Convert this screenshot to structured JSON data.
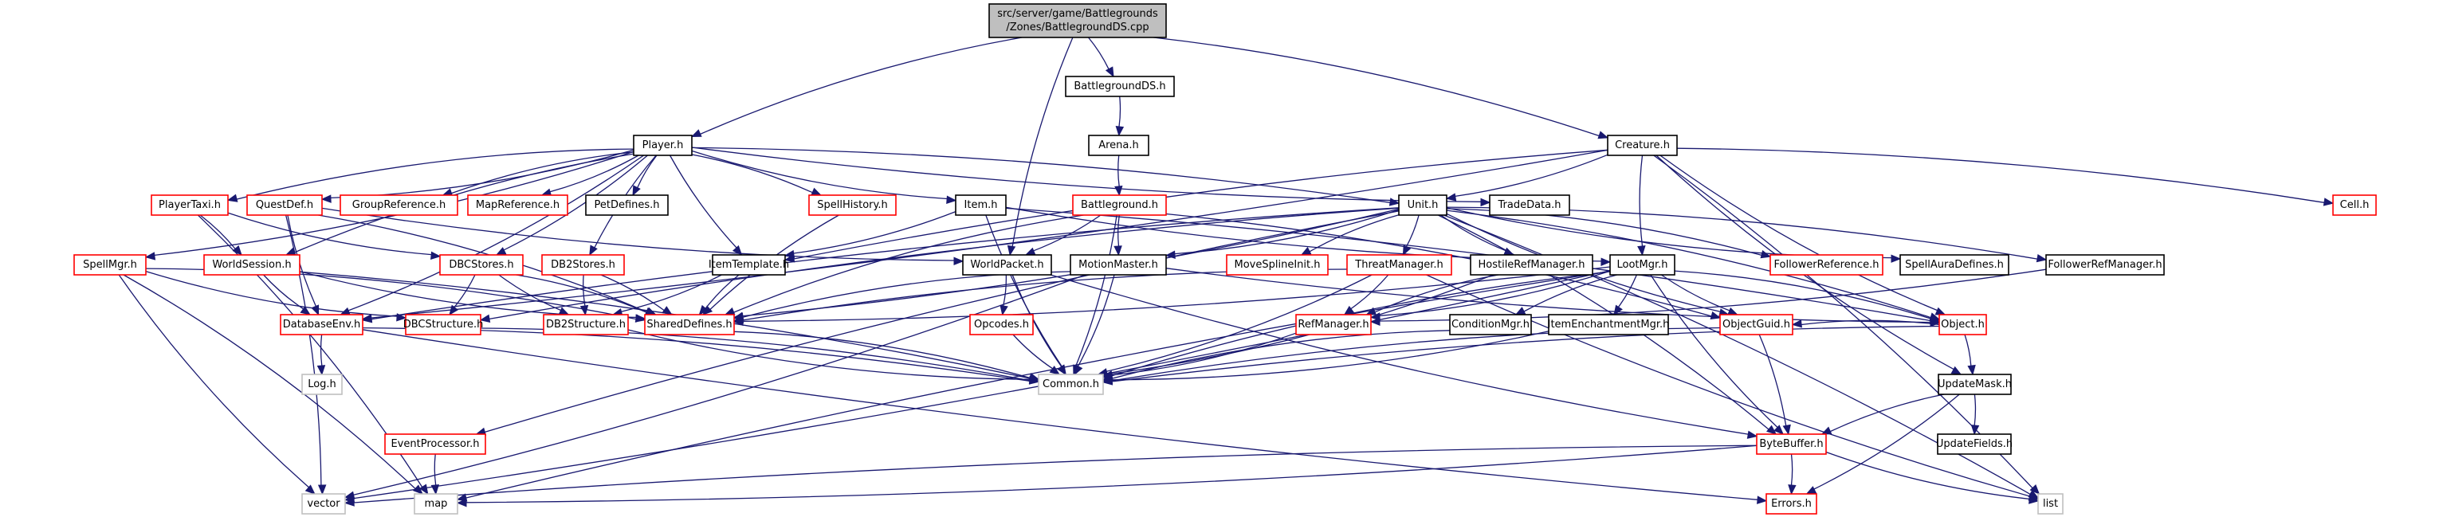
{
  "graph": {
    "title": "src/server/game/Battlegrounds/Zones/BattlegroundDS.cpp include dependency graph",
    "colors": {
      "edge": "#191970",
      "border_documented": "#000000",
      "border_undocumented": "#ff0000",
      "border_external": "#bfbfbf",
      "root_fill": "#bfbfbf"
    },
    "nodes": [
      {
        "id": "root",
        "lines": [
          "src/server/game/Battlegrounds",
          "/Zones/BattlegroundDS.cpp"
        ],
        "kind": "root"
      },
      {
        "id": "BattlegroundDS",
        "lines": [
          "BattlegroundDS.h"
        ],
        "kind": "black"
      },
      {
        "id": "Arena",
        "lines": [
          "Arena.h"
        ],
        "kind": "black"
      },
      {
        "id": "Battleground",
        "lines": [
          "Battleground.h"
        ],
        "kind": "red"
      },
      {
        "id": "Player",
        "lines": [
          "Player.h"
        ],
        "kind": "black"
      },
      {
        "id": "Creature",
        "lines": [
          "Creature.h"
        ],
        "kind": "black"
      },
      {
        "id": "PlayerTaxi",
        "lines": [
          "PlayerTaxi.h"
        ],
        "kind": "red"
      },
      {
        "id": "QuestDef",
        "lines": [
          "QuestDef.h"
        ],
        "kind": "red"
      },
      {
        "id": "GroupReference",
        "lines": [
          "GroupReference.h"
        ],
        "kind": "red"
      },
      {
        "id": "MapReference",
        "lines": [
          "MapReference.h"
        ],
        "kind": "red"
      },
      {
        "id": "PetDefines",
        "lines": [
          "PetDefines.h"
        ],
        "kind": "black"
      },
      {
        "id": "SpellHistory",
        "lines": [
          "SpellHistory.h"
        ],
        "kind": "red"
      },
      {
        "id": "Item",
        "lines": [
          "Item.h"
        ],
        "kind": "black"
      },
      {
        "id": "Unit",
        "lines": [
          "Unit.h"
        ],
        "kind": "black"
      },
      {
        "id": "TradeData",
        "lines": [
          "TradeData.h"
        ],
        "kind": "black"
      },
      {
        "id": "Cell",
        "lines": [
          "Cell.h"
        ],
        "kind": "red"
      },
      {
        "id": "SpellMgr",
        "lines": [
          "SpellMgr.h"
        ],
        "kind": "red"
      },
      {
        "id": "WorldSession",
        "lines": [
          "WorldSession.h"
        ],
        "kind": "red"
      },
      {
        "id": "DBCStores",
        "lines": [
          "DBCStores.h"
        ],
        "kind": "red"
      },
      {
        "id": "DB2Stores",
        "lines": [
          "DB2Stores.h"
        ],
        "kind": "red"
      },
      {
        "id": "ItemTemplate",
        "lines": [
          "ItemTemplate.h"
        ],
        "kind": "black"
      },
      {
        "id": "WorldPacket",
        "lines": [
          "WorldPacket.h"
        ],
        "kind": "black"
      },
      {
        "id": "MotionMaster",
        "lines": [
          "MotionMaster.h"
        ],
        "kind": "black"
      },
      {
        "id": "MoveSplineInit",
        "lines": [
          "MoveSplineInit.h"
        ],
        "kind": "red"
      },
      {
        "id": "ThreatManager",
        "lines": [
          "ThreatManager.h"
        ],
        "kind": "red"
      },
      {
        "id": "HostileRefManager",
        "lines": [
          "HostileRefManager.h"
        ],
        "kind": "black"
      },
      {
        "id": "LootMgr",
        "lines": [
          "LootMgr.h"
        ],
        "kind": "black"
      },
      {
        "id": "FollowerReference",
        "lines": [
          "FollowerReference.h"
        ],
        "kind": "red"
      },
      {
        "id": "SpellAuraDefines",
        "lines": [
          "SpellAuraDefines.h"
        ],
        "kind": "black"
      },
      {
        "id": "FollowerRefManager",
        "lines": [
          "FollowerRefManager.h"
        ],
        "kind": "black"
      },
      {
        "id": "DatabaseEnv",
        "lines": [
          "DatabaseEnv.h"
        ],
        "kind": "red"
      },
      {
        "id": "DBCStructure",
        "lines": [
          "DBCStructure.h"
        ],
        "kind": "red"
      },
      {
        "id": "DB2Structure",
        "lines": [
          "DB2Structure.h"
        ],
        "kind": "red"
      },
      {
        "id": "SharedDefines",
        "lines": [
          "SharedDefines.h"
        ],
        "kind": "red"
      },
      {
        "id": "Opcodes",
        "lines": [
          "Opcodes.h"
        ],
        "kind": "red"
      },
      {
        "id": "RefManager",
        "lines": [
          "RefManager.h"
        ],
        "kind": "red"
      },
      {
        "id": "ConditionMgr",
        "lines": [
          "ConditionMgr.h"
        ],
        "kind": "black"
      },
      {
        "id": "ItemEnchantmentMgr",
        "lines": [
          "ItemEnchantmentMgr.h"
        ],
        "kind": "black"
      },
      {
        "id": "ObjectGuid",
        "lines": [
          "ObjectGuid.h"
        ],
        "kind": "red"
      },
      {
        "id": "Object",
        "lines": [
          "Object.h"
        ],
        "kind": "red"
      },
      {
        "id": "Log",
        "lines": [
          "Log.h"
        ],
        "kind": "gray"
      },
      {
        "id": "Common",
        "lines": [
          "Common.h"
        ],
        "kind": "gray"
      },
      {
        "id": "UpdateMask",
        "lines": [
          "UpdateMask.h"
        ],
        "kind": "black"
      },
      {
        "id": "EventProcessor",
        "lines": [
          "EventProcessor.h"
        ],
        "kind": "red"
      },
      {
        "id": "ByteBuffer",
        "lines": [
          "ByteBuffer.h"
        ],
        "kind": "red"
      },
      {
        "id": "UpdateFields",
        "lines": [
          "UpdateFields.h"
        ],
        "kind": "black"
      },
      {
        "id": "vector",
        "lines": [
          "vector"
        ],
        "kind": "gray"
      },
      {
        "id": "map",
        "lines": [
          "map"
        ],
        "kind": "gray"
      },
      {
        "id": "Errors",
        "lines": [
          "Errors.h"
        ],
        "kind": "red"
      },
      {
        "id": "list",
        "lines": [
          "list"
        ],
        "kind": "gray"
      }
    ],
    "edges": [
      [
        "root",
        "BattlegroundDS"
      ],
      [
        "root",
        "Player"
      ],
      [
        "root",
        "Creature"
      ],
      [
        "root",
        "WorldPacket"
      ],
      [
        "BattlegroundDS",
        "Arena"
      ],
      [
        "Arena",
        "Battleground"
      ],
      [
        "Battleground",
        "WorldPacket"
      ],
      [
        "Battleground",
        "SharedDefines"
      ],
      [
        "Battleground",
        "Common"
      ],
      [
        "Battleground",
        "MotionMaster"
      ],
      [
        "Battleground",
        "ObjectGuid"
      ],
      [
        "Player",
        "PlayerTaxi"
      ],
      [
        "Player",
        "QuestDef"
      ],
      [
        "Player",
        "GroupReference"
      ],
      [
        "Player",
        "MapReference"
      ],
      [
        "Player",
        "PetDefines"
      ],
      [
        "Player",
        "SpellHistory"
      ],
      [
        "Player",
        "Item"
      ],
      [
        "Player",
        "Unit"
      ],
      [
        "Player",
        "TradeData"
      ],
      [
        "Player",
        "SpellMgr"
      ],
      [
        "Player",
        "WorldSession"
      ],
      [
        "Player",
        "DBCStores"
      ],
      [
        "Player",
        "DB2Stores"
      ],
      [
        "Player",
        "DatabaseEnv"
      ],
      [
        "Player",
        "ItemTemplate"
      ],
      [
        "Creature",
        "Unit"
      ],
      [
        "Creature",
        "LootMgr"
      ],
      [
        "Creature",
        "Cell"
      ],
      [
        "Creature",
        "ItemTemplate"
      ],
      [
        "Creature",
        "DatabaseEnv"
      ],
      [
        "Creature",
        "UpdateMask"
      ],
      [
        "Creature",
        "list"
      ],
      [
        "Creature",
        "Object"
      ],
      [
        "PlayerTaxi",
        "WorldSession"
      ],
      [
        "PlayerTaxi",
        "DBCStores"
      ],
      [
        "PlayerTaxi",
        "map"
      ],
      [
        "QuestDef",
        "DatabaseEnv"
      ],
      [
        "QuestDef",
        "SharedDefines"
      ],
      [
        "QuestDef",
        "WorldPacket"
      ],
      [
        "QuestDef",
        "vector"
      ],
      [
        "SpellHistory",
        "SharedDefines"
      ],
      [
        "Item",
        "ItemTemplate"
      ],
      [
        "Item",
        "LootMgr"
      ],
      [
        "Item",
        "Object"
      ],
      [
        "Item",
        "Common"
      ],
      [
        "Unit",
        "MotionMaster"
      ],
      [
        "Unit",
        "MoveSplineInit"
      ],
      [
        "Unit",
        "ThreatManager"
      ],
      [
        "Unit",
        "HostileRefManager"
      ],
      [
        "Unit",
        "FollowerReference"
      ],
      [
        "Unit",
        "SpellAuraDefines"
      ],
      [
        "Unit",
        "FollowerRefManager"
      ],
      [
        "Unit",
        "EventProcessor"
      ],
      [
        "Unit",
        "Object"
      ],
      [
        "Unit",
        "DBCStructure"
      ],
      [
        "Unit",
        "SharedDefines"
      ],
      [
        "Unit",
        "ObjectGuid"
      ],
      [
        "Unit",
        "list"
      ],
      [
        "Unit",
        "DatabaseEnv"
      ],
      [
        "Unit",
        "ByteBuffer"
      ],
      [
        "SpellMgr",
        "DBCStructure"
      ],
      [
        "SpellMgr",
        "SharedDefines"
      ],
      [
        "SpellMgr",
        "vector"
      ],
      [
        "SpellMgr",
        "map"
      ],
      [
        "WorldSession",
        "DatabaseEnv"
      ],
      [
        "WorldSession",
        "Common"
      ],
      [
        "WorldSession",
        "SharedDefines"
      ],
      [
        "DBCStores",
        "DBCStructure"
      ],
      [
        "DBCStores",
        "DB2Structure"
      ],
      [
        "DBCStores",
        "SharedDefines"
      ],
      [
        "DB2Stores",
        "DB2Structure"
      ],
      [
        "DB2Stores",
        "SharedDefines"
      ],
      [
        "ItemTemplate",
        "SharedDefines"
      ],
      [
        "ItemTemplate",
        "DB2Structure"
      ],
      [
        "WorldPacket",
        "Common"
      ],
      [
        "WorldPacket",
        "Opcodes"
      ],
      [
        "WorldPacket",
        "ByteBuffer"
      ],
      [
        "MotionMaster",
        "Common"
      ],
      [
        "MotionMaster",
        "SharedDefines"
      ],
      [
        "MotionMaster",
        "vector"
      ],
      [
        "MotionMaster",
        "Object"
      ],
      [
        "ThreatManager",
        "Common"
      ],
      [
        "ThreatManager",
        "SharedDefines"
      ],
      [
        "ThreatManager",
        "RefManager"
      ],
      [
        "ThreatManager",
        "list"
      ],
      [
        "HostileRefManager",
        "Common"
      ],
      [
        "HostileRefManager",
        "RefManager"
      ],
      [
        "LootMgr",
        "RefManager"
      ],
      [
        "LootMgr",
        "ConditionMgr"
      ],
      [
        "LootMgr",
        "ItemEnchantmentMgr"
      ],
      [
        "LootMgr",
        "ObjectGuid"
      ],
      [
        "LootMgr",
        "SharedDefines"
      ],
      [
        "LootMgr",
        "ByteBuffer"
      ],
      [
        "LootMgr",
        "Object"
      ],
      [
        "LootMgr",
        "Common"
      ],
      [
        "LootMgr",
        "vector"
      ],
      [
        "LootMgr",
        "map"
      ],
      [
        "FollowerRefManager",
        "RefManager"
      ],
      [
        "DatabaseEnv",
        "Log"
      ],
      [
        "DatabaseEnv",
        "Common"
      ],
      [
        "DatabaseEnv",
        "Errors"
      ],
      [
        "DBCStructure",
        "Common"
      ],
      [
        "DB2Structure",
        "Common"
      ],
      [
        "SharedDefines",
        "Common"
      ],
      [
        "Opcodes",
        "Common"
      ],
      [
        "RefManager",
        "Common"
      ],
      [
        "ConditionMgr",
        "Common"
      ],
      [
        "ItemEnchantmentMgr",
        "Common"
      ],
      [
        "ObjectGuid",
        "Common"
      ],
      [
        "ObjectGuid",
        "ByteBuffer"
      ],
      [
        "Object",
        "Common"
      ],
      [
        "Object",
        "UpdateMask"
      ],
      [
        "Object",
        "ObjectGuid"
      ],
      [
        "UpdateMask",
        "UpdateFields"
      ],
      [
        "UpdateMask",
        "ByteBuffer"
      ],
      [
        "UpdateMask",
        "Errors"
      ],
      [
        "EventProcessor",
        "map"
      ],
      [
        "ByteBuffer",
        "Errors"
      ],
      [
        "ByteBuffer",
        "vector"
      ],
      [
        "ByteBuffer",
        "map"
      ],
      [
        "ByteBuffer",
        "list"
      ]
    ]
  }
}
